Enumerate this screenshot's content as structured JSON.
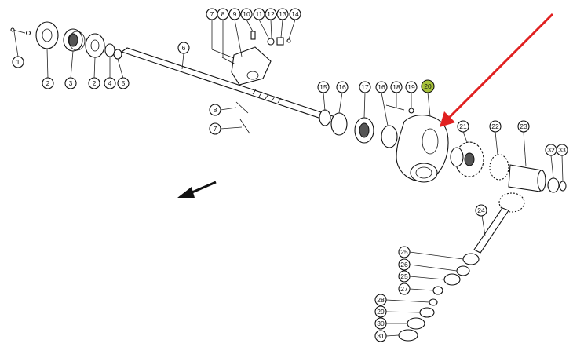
{
  "diagram": {
    "callouts": [
      {
        "id": "c1",
        "label": "1"
      },
      {
        "id": "c2a",
        "label": "2"
      },
      {
        "id": "c3",
        "label": "3"
      },
      {
        "id": "c2b",
        "label": "2"
      },
      {
        "id": "c4",
        "label": "4"
      },
      {
        "id": "c5",
        "label": "5"
      },
      {
        "id": "c6",
        "label": "6"
      },
      {
        "id": "c7a",
        "label": "7"
      },
      {
        "id": "c8a",
        "label": "8"
      },
      {
        "id": "c9",
        "label": "9"
      },
      {
        "id": "c10",
        "label": "10"
      },
      {
        "id": "c11",
        "label": "11"
      },
      {
        "id": "c12",
        "label": "12"
      },
      {
        "id": "c13",
        "label": "13"
      },
      {
        "id": "c14",
        "label": "14"
      },
      {
        "id": "c8b",
        "label": "8"
      },
      {
        "id": "c7b",
        "label": "7"
      },
      {
        "id": "c15",
        "label": "15"
      },
      {
        "id": "c16a",
        "label": "16"
      },
      {
        "id": "c17",
        "label": "17"
      },
      {
        "id": "c16b",
        "label": "16"
      },
      {
        "id": "c18",
        "label": "18"
      },
      {
        "id": "c19",
        "label": "19"
      },
      {
        "id": "c20",
        "label": "20",
        "highlight": true
      },
      {
        "id": "c21",
        "label": "21"
      },
      {
        "id": "c22",
        "label": "22"
      },
      {
        "id": "c23",
        "label": "23"
      },
      {
        "id": "c32",
        "label": "32"
      },
      {
        "id": "c33",
        "label": "33"
      },
      {
        "id": "c24",
        "label": "24"
      },
      {
        "id": "c25a",
        "label": "25"
      },
      {
        "id": "c26",
        "label": "26"
      },
      {
        "id": "c25b",
        "label": "25"
      },
      {
        "id": "c27",
        "label": "27"
      },
      {
        "id": "c28",
        "label": "28"
      },
      {
        "id": "c29",
        "label": "29"
      },
      {
        "id": "c30",
        "label": "30"
      },
      {
        "id": "c31",
        "label": "31"
      }
    ],
    "colors": {
      "highlight": "#a7c23a",
      "arrow": "#e02020",
      "ink": "#111111"
    }
  }
}
